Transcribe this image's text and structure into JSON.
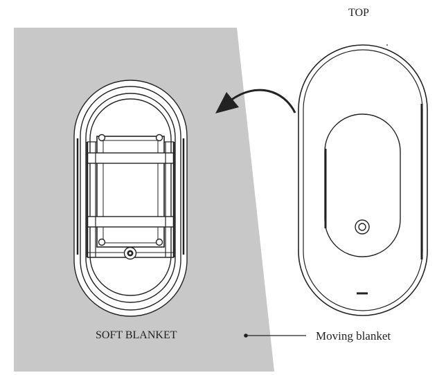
{
  "view_label": "TOP",
  "blanket_label": "SOFT BLANKET",
  "callout_label": "Moving blanket",
  "colors": {
    "blanket_fill": "#c8c8c8",
    "line": "#222222",
    "tub_fill": "#ffffff",
    "background": "#ffffff"
  }
}
